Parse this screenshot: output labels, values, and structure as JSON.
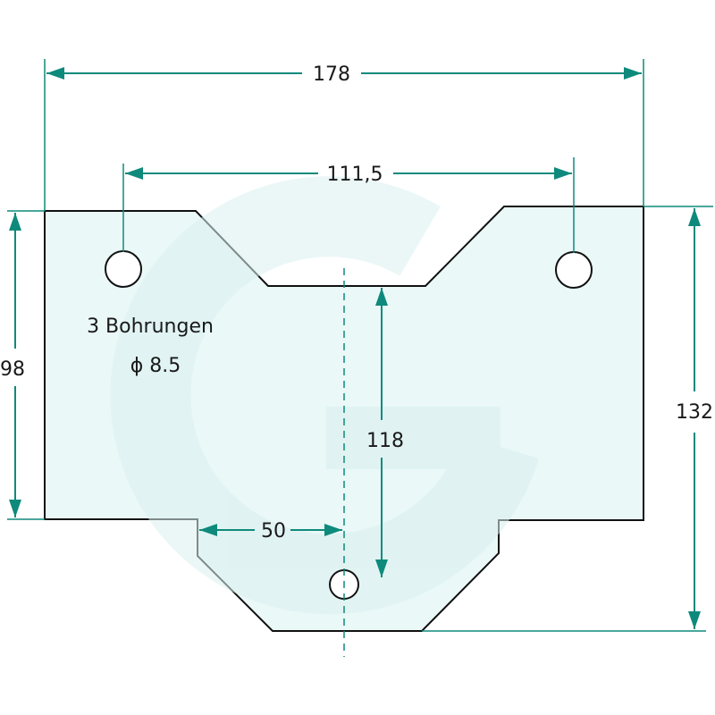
{
  "drawing": {
    "colors": {
      "part_fill": "#eaf8f8",
      "outline": "#111111",
      "dimension": "#0e8a7c",
      "text": "#1a1a1a",
      "watermark": "#d8f0ee"
    },
    "dimensions": {
      "overall_width": "178",
      "hole_spacing": "111,5",
      "left_height": "98",
      "right_height": "132",
      "center_depth": "118",
      "half_offset": "50"
    },
    "note": {
      "line1": "3 Bohrungen",
      "line2": "ϕ 8.5"
    },
    "watermark_icon": "g-logo-watermark"
  }
}
